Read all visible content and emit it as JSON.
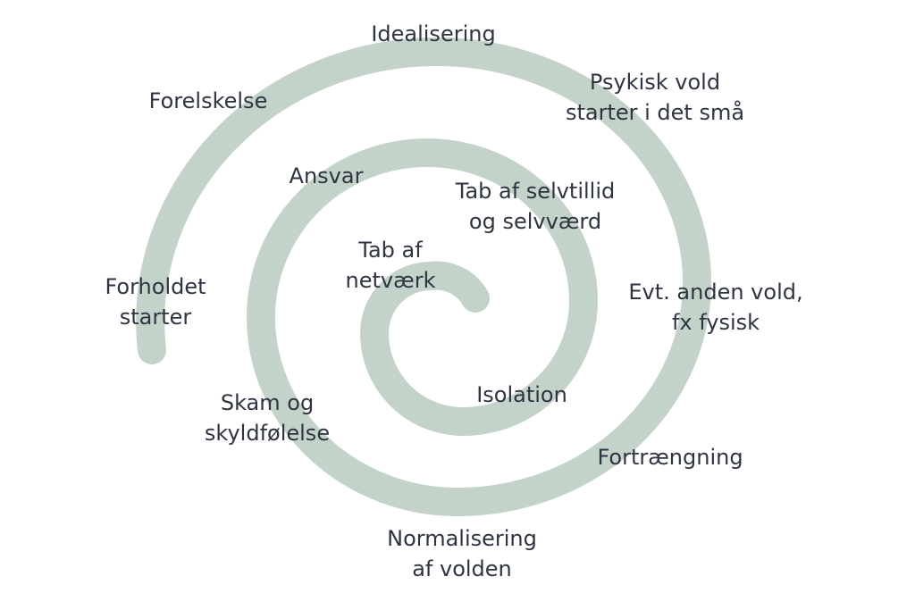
{
  "colors": {
    "spiral": "#c4d3ca",
    "text": "#2f3441",
    "background": "#ffffff"
  },
  "stages": {
    "s01": [
      "Forholdet",
      "starter"
    ],
    "s02": [
      "Forelskelse"
    ],
    "s03": [
      "Idealisering"
    ],
    "s04": [
      "Psykisk vold",
      "starter i det små"
    ],
    "s05": [
      "Evt. anden vold,",
      "fx fysisk"
    ],
    "s06": [
      "Fortrængning"
    ],
    "s07": [
      "Normalisering",
      "af volden"
    ],
    "s08": [
      "Skam og",
      "skyldfølelse"
    ],
    "s09": [
      "Ansvar"
    ],
    "s10": [
      "Tab af selvtillid",
      "og selvværd"
    ],
    "s11": [
      "Isolation"
    ],
    "s12": [
      "Tab af",
      "netværk"
    ]
  }
}
